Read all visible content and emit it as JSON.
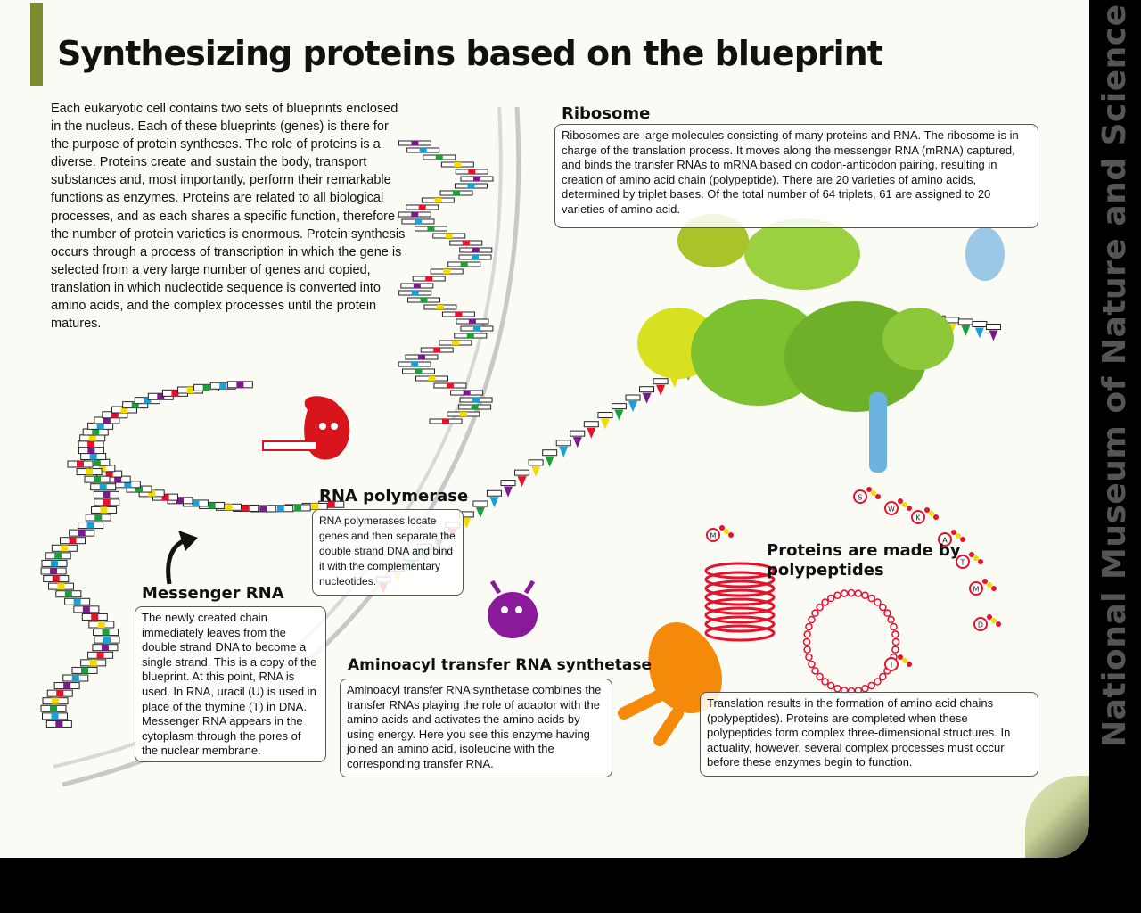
{
  "title": "Synthesizing proteins based on the blueprint",
  "side_title": "National Museum of Nature and Science",
  "intro": "Each eukaryotic cell contains two sets of blueprints enclosed in the nucleus. Each of these blueprints (genes) is there for the purpose of protein syntheses. The role of proteins is a diverse. Proteins create and sustain the body, transport substances and, most importantly, perform their remarkable functions as enzymes. Proteins are related to all biological processes, and as each shares a specific function, therefore the number of protein varieties is enormous. Protein synthesis occurs through a process of transcription in which the gene is selected from a very large number of genes and copied, translation in which nucleotide sequence is converted into amino acids, and the complex processes until the protein matures.",
  "ribosome": {
    "heading": "Ribosome",
    "text": "Ribosomes are large molecules consisting of many proteins and RNA. The ribosome is in charge of the translation process. It moves along the messenger RNA (mRNA) captured, and  binds the transfer RNAs to mRNA based on codon-anticodon pairing, resulting in creation of amino acid chain (polypeptide). There are 20 varieties of amino acids, determined by triplet bases. Of the total number of 64 triplets, 61 are assigned to 20 varieties of amino acid."
  },
  "rna_polymerase": {
    "heading": "RNA polymerase",
    "text": "RNA polymerases locate genes and then separate the double strand DNA and bind it with the complementary nucleotides."
  },
  "messenger_rna": {
    "heading": "Messenger RNA",
    "text": "The newly created chain immediately leaves from the double strand DNA to become a single strand. This is a copy of the blueprint. At this point, RNA is used. In RNA, uracil (U) is used in place of the thymine (T) in DNA. Messenger RNA appears in the cytoplasm through the pores of the nuclear membrane."
  },
  "aminoacyl": {
    "heading": "Aminoacyl transfer RNA synthetase",
    "text": "Aminoacyl transfer RNA synthetase combines the transfer RNAs playing the role of adaptor with the amino acids and activates the amino acids by using energy. Here you see this enzyme having joined an amino acid, isoleucine with the corresponding transfer RNA."
  },
  "proteins": {
    "heading": "Proteins are made by polypeptides",
    "text": "Translation results in the formation of amino acid chains (polypeptides). Proteins are completed when these polypeptides form complex three-dimensional structures. In actuality, however, several complex processes must occur before these enzymes begin to function."
  },
  "amino_labels": [
    "S",
    "W",
    "K",
    "A",
    "T",
    "M",
    "D",
    "I",
    "M"
  ],
  "colors": {
    "title_bar": "#7a8a2e",
    "base_red": "#e8102a",
    "base_yellow": "#f2dc00",
    "base_green": "#1e9e3a",
    "base_blue": "#1aa0d8",
    "base_purple": "#7a1a8c",
    "backbone_pink": "#f08cc0",
    "ribosome_green": "#7cc230",
    "polymerase_red": "#d8141c",
    "synthetase_purple": "#8a1a9a",
    "protein_orange": "#f58a0a"
  },
  "icons": [
    "ribosome-icon",
    "rna-polymerase-icon",
    "synthetase-icon",
    "protein-enzyme-icon",
    "arrow-icon"
  ]
}
